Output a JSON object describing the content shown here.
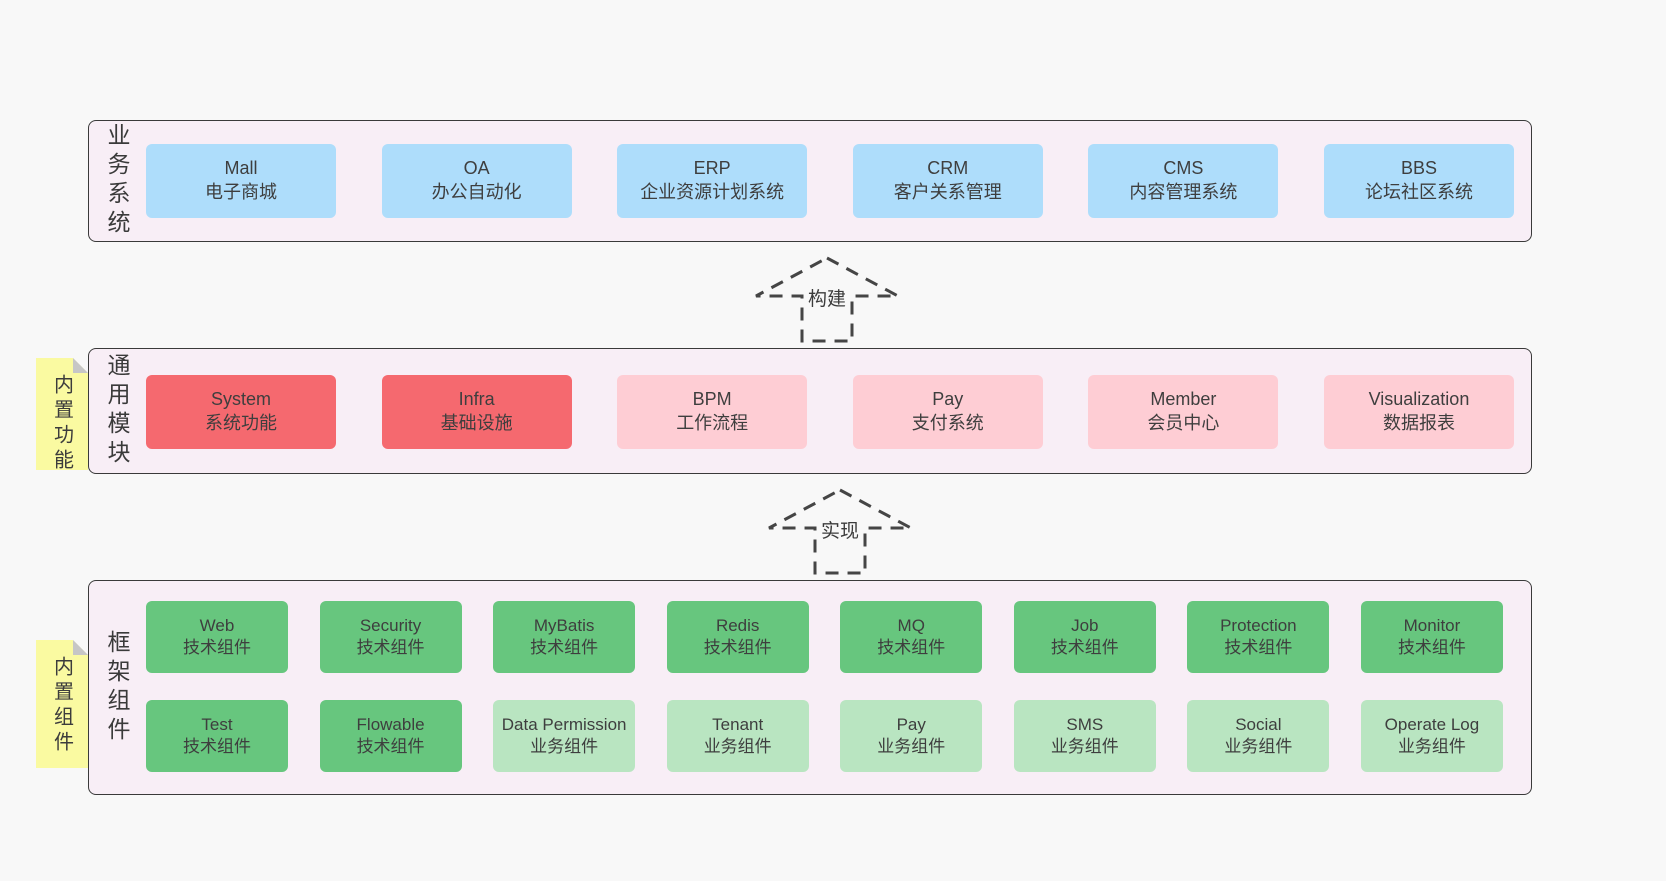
{
  "colors": {
    "page_bg": "#f8f8f8",
    "panel_bg": "#f8eef6",
    "panel_border": "#3a3a3a",
    "blue": "#aeddfb",
    "red": "#f5696f",
    "pink": "#fecdd4",
    "green_dark": "#67c67e",
    "green_light": "#b9e5c1",
    "sticky_bg": "#fafaa1",
    "sticky_fold": "#c6c6c6",
    "text": "#3e3e3e"
  },
  "sections": {
    "business": {
      "label": "业务系统",
      "boxes": [
        {
          "title": "Mall",
          "subtitle": "电子商城",
          "variant": "blue"
        },
        {
          "title": "OA",
          "subtitle": "办公自动化",
          "variant": "blue"
        },
        {
          "title": "ERP",
          "subtitle": "企业资源计划系统",
          "variant": "blue"
        },
        {
          "title": "CRM",
          "subtitle": "客户关系管理",
          "variant": "blue"
        },
        {
          "title": "CMS",
          "subtitle": "内容管理系统",
          "variant": "blue"
        },
        {
          "title": "BBS",
          "subtitle": "论坛社区系统",
          "variant": "blue"
        }
      ]
    },
    "modules": {
      "label": "通用模块",
      "sticky": "内置功能",
      "boxes": [
        {
          "title": "System",
          "subtitle": "系统功能",
          "variant": "red"
        },
        {
          "title": "Infra",
          "subtitle": "基础设施",
          "variant": "red"
        },
        {
          "title": "BPM",
          "subtitle": "工作流程",
          "variant": "pink"
        },
        {
          "title": "Pay",
          "subtitle": "支付系统",
          "variant": "pink"
        },
        {
          "title": "Member",
          "subtitle": "会员中心",
          "variant": "pink"
        },
        {
          "title": "Visualization",
          "subtitle": "数据报表",
          "variant": "pink"
        }
      ]
    },
    "components": {
      "label": "框架组件",
      "sticky": "内置组件",
      "rows": [
        [
          {
            "title": "Web",
            "subtitle": "技术组件",
            "variant": "green_dark"
          },
          {
            "title": "Security",
            "subtitle": "技术组件",
            "variant": "green_dark"
          },
          {
            "title": "MyBatis",
            "subtitle": "技术组件",
            "variant": "green_dark"
          },
          {
            "title": "Redis",
            "subtitle": "技术组件",
            "variant": "green_dark"
          },
          {
            "title": "MQ",
            "subtitle": "技术组件",
            "variant": "green_dark"
          },
          {
            "title": "Job",
            "subtitle": "技术组件",
            "variant": "green_dark"
          },
          {
            "title": "Protection",
            "subtitle": "技术组件",
            "variant": "green_dark"
          },
          {
            "title": "Monitor",
            "subtitle": "技术组件",
            "variant": "green_dark"
          }
        ],
        [
          {
            "title": "Test",
            "subtitle": "技术组件",
            "variant": "green_dark"
          },
          {
            "title": "Flowable",
            "subtitle": "技术组件",
            "variant": "green_dark"
          },
          {
            "title": "Data Permission",
            "subtitle": "业务组件",
            "variant": "green_light"
          },
          {
            "title": "Tenant",
            "subtitle": "业务组件",
            "variant": "green_light"
          },
          {
            "title": "Pay",
            "subtitle": "业务组件",
            "variant": "green_light"
          },
          {
            "title": "SMS",
            "subtitle": "业务组件",
            "variant": "green_light"
          },
          {
            "title": "Social",
            "subtitle": "业务组件",
            "variant": "green_light"
          },
          {
            "title": "Operate Log",
            "subtitle": "业务组件",
            "variant": "green_light"
          }
        ]
      ]
    }
  },
  "arrows": {
    "build": {
      "label": "构建"
    },
    "implement": {
      "label": "实现"
    }
  }
}
